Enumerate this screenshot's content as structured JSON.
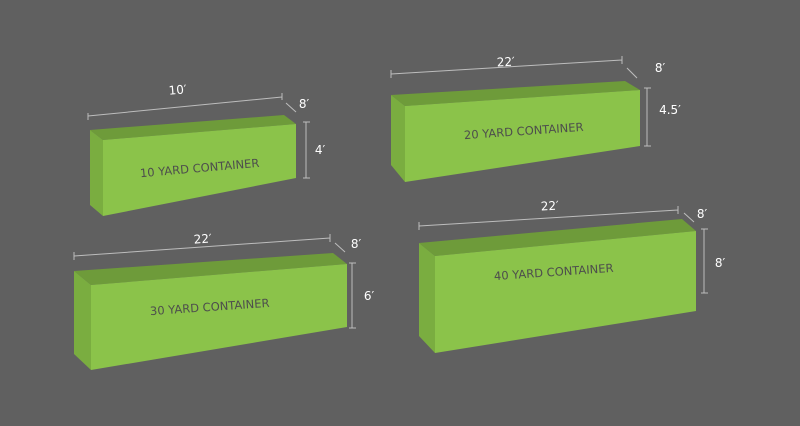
{
  "colors": {
    "background": "#606060",
    "front_face": "#8bc34a",
    "top_face": "#6e9b3a",
    "side_face": "#7aad40",
    "dimension_line": "#bdbdbd",
    "dimension_text": "#ffffff",
    "label_text": "#4d4d4d"
  },
  "containers": [
    {
      "label": "10 YARD CONTAINER",
      "length": "10′",
      "depth": "8′",
      "height": "4′"
    },
    {
      "label": "20 YARD CONTAINER",
      "length": "22′",
      "depth": "8′",
      "height": "4.5′"
    },
    {
      "label": "30 YARD CONTAINER",
      "length": "22′",
      "depth": "8′",
      "height": "6′"
    },
    {
      "label": "40 YARD CONTAINER",
      "length": "22′",
      "depth": "8′",
      "height": "8′"
    }
  ]
}
